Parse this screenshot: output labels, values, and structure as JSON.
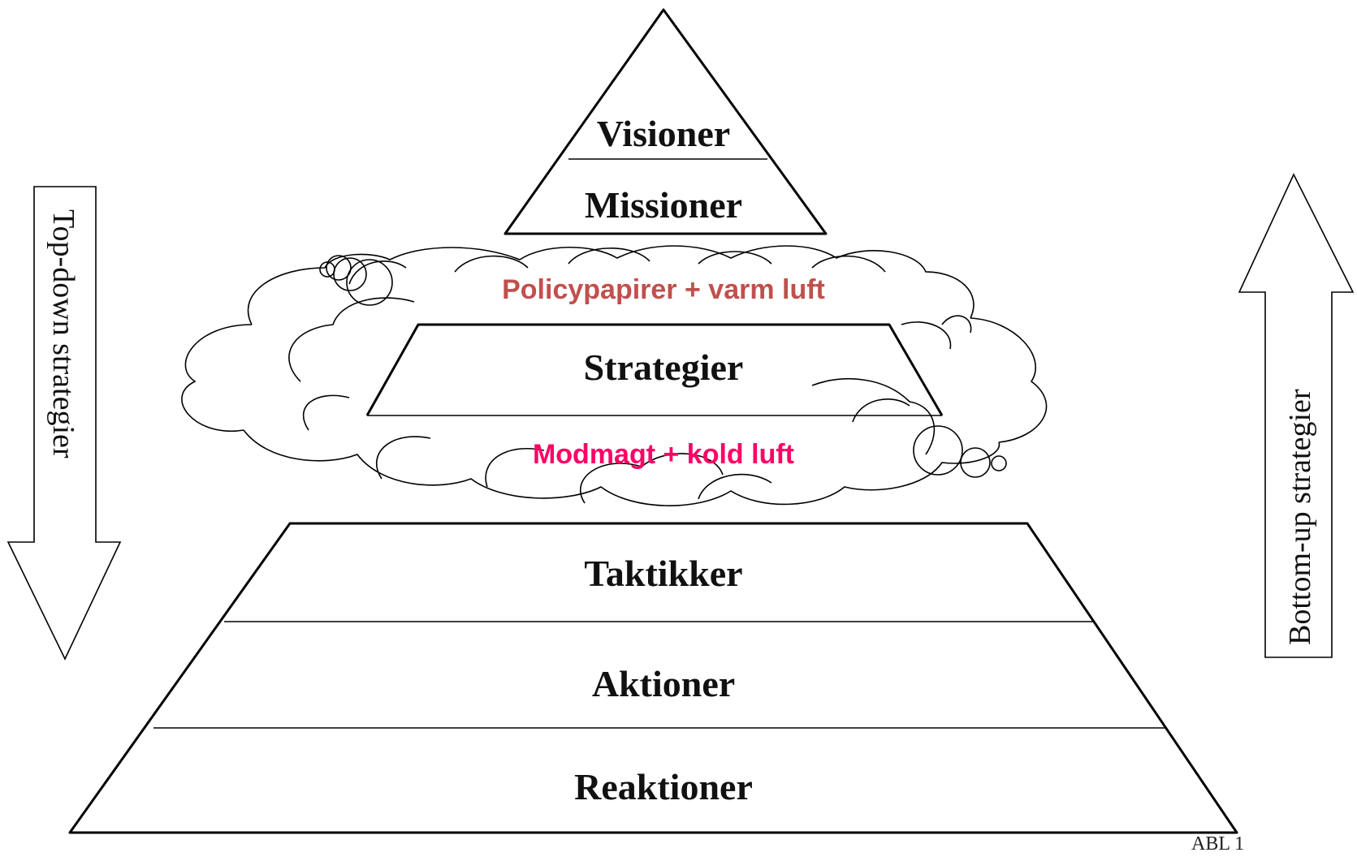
{
  "pyramid": {
    "levels": {
      "visioner": "Visioner",
      "missioner": "Missioner",
      "strategier": "Strategier",
      "taktikker": "Taktikker",
      "aktioner": "Aktioner",
      "reaktioner": "Reaktioner"
    }
  },
  "cloud": {
    "top_text": "Policypapirer + varm luft",
    "bottom_text": "Modmagt + kold luft",
    "top_color": "#c0504d",
    "bottom_color": "#ff0066"
  },
  "arrows": {
    "left_label": "Top-down strategier",
    "left_direction": "down",
    "right_label": "Bottom-up strategier",
    "right_direction": "up"
  },
  "footer": {
    "code": "ABL 1"
  }
}
